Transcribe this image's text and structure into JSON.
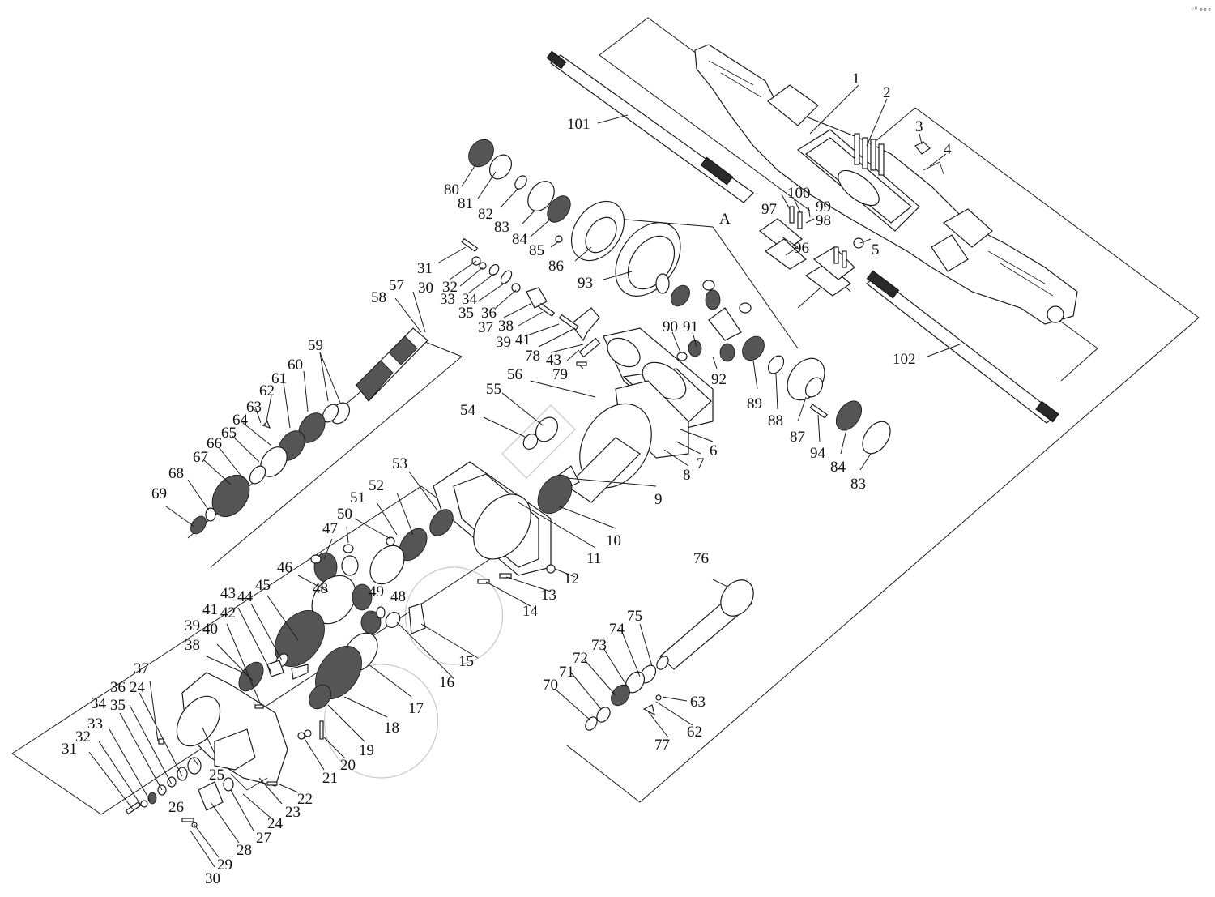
{
  "corner_mark": "◦⁰ ∘∘∘",
  "view_marker": "A",
  "labels": {
    "l1": "1",
    "l2": "2",
    "l3": "3",
    "l4": "4",
    "l5": "5",
    "l6": "6",
    "l7": "7",
    "l8": "8",
    "l9": "9",
    "l10": "10",
    "l11": "11",
    "l12": "12",
    "l13": "13",
    "l14": "14",
    "l15": "15",
    "l16": "16",
    "l17": "17",
    "l18": "18",
    "l19": "19",
    "l20": "20",
    "l21": "21",
    "l22": "22",
    "l23": "23",
    "l24a": "24",
    "l24b": "24",
    "l25": "25",
    "l26": "26",
    "l27": "27",
    "l28": "28",
    "l29": "29",
    "l30a": "30",
    "l30b": "30",
    "l31a": "31",
    "l31b": "31",
    "l32a": "32",
    "l32b": "32",
    "l33a": "33",
    "l33b": "33",
    "l34a": "34",
    "l34b": "34",
    "l35a": "35",
    "l35b": "35",
    "l36a": "36",
    "l36b": "36",
    "l37a": "37",
    "l37b": "37",
    "l38a": "38",
    "l38b": "38",
    "l39a": "39",
    "l39b": "39",
    "l40": "40",
    "l41a": "41",
    "l41b": "41",
    "l42": "42",
    "l43a": "43",
    "l43b": "43",
    "l44": "44",
    "l45": "45",
    "l46": "46",
    "l47": "47",
    "l48a": "48",
    "l48b": "48",
    "l49": "49",
    "l50": "50",
    "l51": "51",
    "l52": "52",
    "l53": "53",
    "l54": "54",
    "l55": "55",
    "l56": "56",
    "l57": "57",
    "l58": "58",
    "l59": "59",
    "l60": "60",
    "l61": "61",
    "l62a": "62",
    "l62b": "62",
    "l63a": "63",
    "l63b": "63",
    "l64": "64",
    "l65": "65",
    "l66": "66",
    "l67": "67",
    "l68": "68",
    "l69": "69",
    "l70": "70",
    "l71": "71",
    "l72": "72",
    "l73": "73",
    "l74": "74",
    "l75": "75",
    "l76": "76",
    "l77": "77",
    "l78": "78",
    "l79": "79",
    "l80": "80",
    "l81": "81",
    "l82": "82",
    "l83a": "83",
    "l83b": "83",
    "l84a": "84",
    "l84b": "84",
    "l85": "85",
    "l86": "86",
    "l87": "87",
    "l88": "88",
    "l89": "89",
    "l90": "90",
    "l91": "91",
    "l92": "92",
    "l93": "93",
    "l94": "94",
    "l96": "96",
    "l97": "97",
    "l98": "98",
    "l99": "99",
    "l100": "100",
    "l101": "101",
    "l102": "102"
  }
}
